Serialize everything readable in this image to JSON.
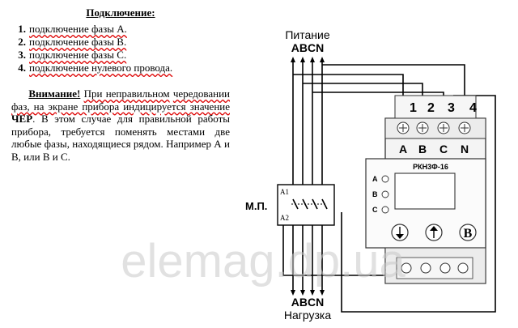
{
  "instructions": {
    "heading": "Подключение:",
    "steps": [
      {
        "num": "1.",
        "text": "подключение фазы А."
      },
      {
        "num": "2.",
        "text": "подключение фазы В."
      },
      {
        "num": "3.",
        "text": "подключение фазы С."
      },
      {
        "num": "4.",
        "text": "подключение нулевого провода."
      }
    ]
  },
  "warning": {
    "label": "Внимание!",
    "text_1": "При неправильном",
    "text_2": "чередовании фаз, на экране прибора индицируется значение",
    "code": "ЧЕР",
    "text_3": ". В этом случае для правильной работы прибора, требуется поменять местами две любые фазы, находящиеся рядом. Например А и В, или В и С."
  },
  "diagram": {
    "supply_label": "Питание",
    "supply_phases": "ABCN",
    "load_label": "Нагрузка",
    "load_phases": "ABCN",
    "breaker_label": "М.П.",
    "breaker_top_contact": "А1",
    "breaker_bottom_contact": "А2",
    "device_model": "РКН3Ф-16",
    "terminal_numbers": [
      "1",
      "2",
      "3",
      "4"
    ],
    "terminal_letters": [
      "A",
      "B",
      "C",
      "N"
    ],
    "indicators": [
      "A",
      "B",
      "C"
    ],
    "button_right_label": "В"
  },
  "watermark": "elemag.dp.ua",
  "colors": {
    "wire": "#000000",
    "device_fill": "#f4f4f4",
    "device_stroke": "#333333",
    "watermark": "#c8c8c8",
    "squiggle": "#dd0000"
  }
}
